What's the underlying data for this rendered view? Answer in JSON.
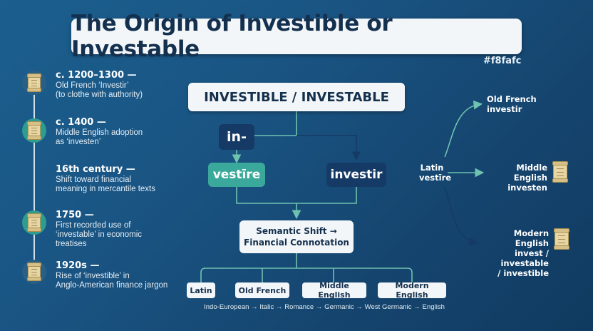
{
  "title": "The Origin of Investible or Investable",
  "hex_label": "#f8fafc",
  "timeline": [
    {
      "date": "c. 1200–1300 —",
      "desc": [
        "Old French ‘Investir’",
        "(to clothe with authority)"
      ],
      "icon": "scroll-icon",
      "icon_style": "blue"
    },
    {
      "date": "c. 1400 —",
      "desc": [
        "Middle English adoption",
        "as ‘investen’"
      ],
      "icon": "scroll-icon",
      "icon_style": "teal"
    },
    {
      "date": "16th century —",
      "desc": [
        "Shift toward financial",
        "meaning in mercantile texts"
      ],
      "icon": "",
      "icon_style": "none"
    },
    {
      "date": "1750 —",
      "desc": [
        "First recorded use of",
        "‘investable’ in economic",
        "treatises"
      ],
      "icon": "scroll-icon",
      "icon_style": "teal"
    },
    {
      "date": "1920s —",
      "desc": [
        "Rise of ‘investible’ in",
        "Anglo-American finance jargon"
      ],
      "icon": "scroll-icon",
      "icon_style": "blue"
    }
  ],
  "diagram": {
    "main_term": "INVESTIBLE / INVESTABLE",
    "prefix": "in-",
    "root_latin": "vestīre",
    "root_french": "investir",
    "semantic_shift": [
      "Semantic Shift →",
      "Financial Connotation"
    ],
    "languages": [
      "Latin",
      "Old French",
      "Middle English",
      "Modern English"
    ],
    "chain": "Indo-European → Italic → Romance → Germanic → West Germanic → English"
  },
  "right": {
    "source": [
      "Latin",
      "vestīre"
    ],
    "targets": [
      {
        "lines": [
          "Old French",
          "investir"
        ],
        "icon": false
      },
      {
        "lines": [
          "Middle English",
          "investen"
        ],
        "icon": true
      },
      {
        "lines": [
          "Modern English",
          "invest / investable",
          "/ investible"
        ],
        "icon": true
      }
    ]
  },
  "colors": {
    "background": "#1a5584",
    "light_box": "#f3f6f9",
    "navy_box": "#163a66",
    "teal_box": "#3aa99b",
    "line": "#6fc1b0"
  }
}
